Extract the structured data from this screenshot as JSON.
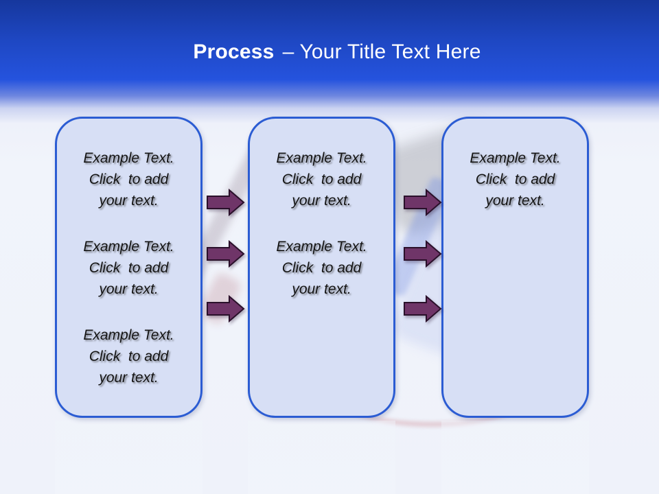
{
  "slide": {
    "title": {
      "bold": "Process",
      "rest": "– Your Title Text Here"
    }
  },
  "boxes": [
    {
      "name": "process-step-1",
      "paragraphs": [
        "Example Text.\nClick  to add\nyour text.",
        "Example Text.\nClick  to add\nyour text.",
        "Example Text.\nClick  to add\nyour text."
      ]
    },
    {
      "name": "process-step-2",
      "paragraphs": [
        "Example Text.\nClick  to add\nyour text.",
        "Example Text.\nClick  to add\nyour text."
      ]
    },
    {
      "name": "process-step-3",
      "paragraphs": [
        "Example Text.\nClick  to add\nyour text."
      ]
    }
  ],
  "arrows": {
    "gaps": 2,
    "per_gap": 3,
    "icon": "right-arrow-icon"
  },
  "colors": {
    "header_top": "#16379D",
    "header_mid": "#2553DE",
    "background": "#F1F4FB",
    "box_fill": "#D7DFF5",
    "box_border": "#2B5CD3",
    "arrow_fill": "#6F3568",
    "arrow_outline": "#2A102A",
    "title_color": "#FFFFFF",
    "text_color": "#141414"
  }
}
